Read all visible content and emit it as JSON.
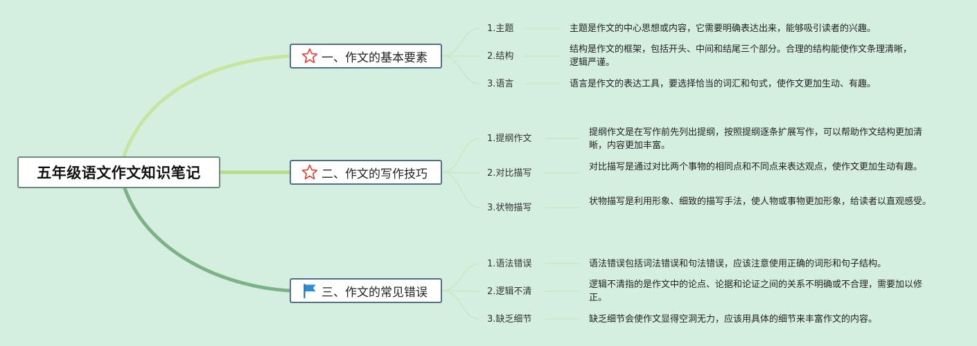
{
  "root": {
    "title": "五年级语文作文知识笔记"
  },
  "colors": {
    "background": "#d4eedf",
    "branch_upper": "#bfe29a",
    "branch_middle": "#b6dc8a",
    "branch_lower": "#76ad7f",
    "connector": "#c8e8c0",
    "star": "#e0453a",
    "flag": "#2a8fd6"
  },
  "branches": [
    {
      "label": "一、作文的基本要素",
      "icon": "star-icon",
      "items": [
        {
          "label": "1.主题",
          "desc": "主题是作文的中心思想或内容，它需要明确表达出来，能够吸引读者的兴趣。"
        },
        {
          "label": "2.结构",
          "desc": "结构是作文的框架，包括开头、中间和结尾三个部分。合理的结构能使作文条理清晰，逻辑严谨。"
        },
        {
          "label": "3.语言",
          "desc": "语言是作文的表达工具，要选择恰当的词汇和句式，使作文更加生动、有趣。"
        }
      ]
    },
    {
      "label": "二、作文的写作技巧",
      "icon": "star-icon",
      "items": [
        {
          "label": "1.提纲作文",
          "desc": "提纲作文是在写作前先列出提纲，按照提纲逐条扩展写作，可以帮助作文结构更加清晰，内容更加丰富。"
        },
        {
          "label": "2.对比描写",
          "desc": "对比描写是通过对比两个事物的相同点和不同点来表达观点，使作文更加生动有趣。"
        },
        {
          "label": "3.状物描写",
          "desc": "状物描写是利用形象、细致的描写手法，使人物或事物更加形象，给读者以直观感受。"
        }
      ]
    },
    {
      "label": "三、作文的常见错误",
      "icon": "flag-icon",
      "items": [
        {
          "label": "1.语法错误",
          "desc": "语法错误包括词法错误和句法错误，应该注意使用正确的词形和句子结构。"
        },
        {
          "label": "2.逻辑不清",
          "desc": "逻辑不清指的是作文中的论点、论据和论证之间的关系不明确或不合理，需要加以修正。"
        },
        {
          "label": "3.缺乏细节",
          "desc": "缺乏细节会使作文显得空洞无力，应该用具体的细节来丰富作文的内容。"
        }
      ]
    }
  ]
}
